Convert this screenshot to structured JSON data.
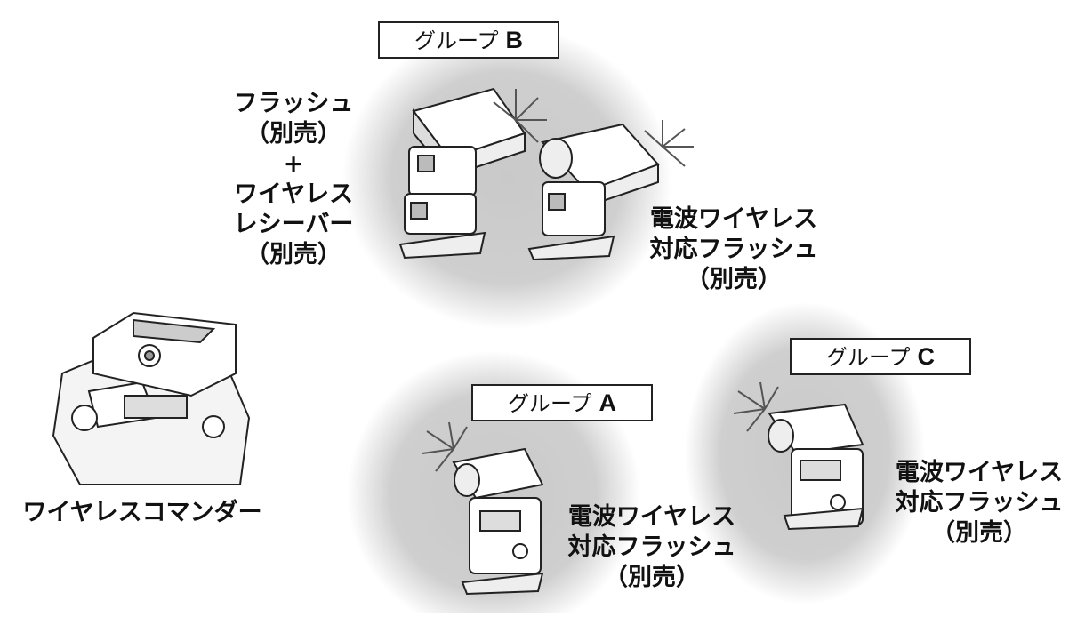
{
  "groups": {
    "b": {
      "label": "グループ",
      "letter": "B"
    },
    "a": {
      "label": "グループ",
      "letter": "A"
    },
    "c": {
      "label": "グループ",
      "letter": "C"
    }
  },
  "labels": {
    "flash_receiver": [
      "フラッシュ",
      "（別売）",
      "+",
      "ワイヤレス",
      "レシーバー",
      "（別売）"
    ],
    "radio_flash_b": [
      "電波ワイヤレス",
      "対応フラッシュ",
      "（別売）"
    ],
    "radio_flash_a": [
      "電波ワイヤレス",
      "対応フラッシュ",
      "（別売）"
    ],
    "radio_flash_c": [
      "電波ワイヤレス",
      "対応フラッシュ",
      "（別売）"
    ],
    "commander": "ワイヤレスコマンダー"
  }
}
